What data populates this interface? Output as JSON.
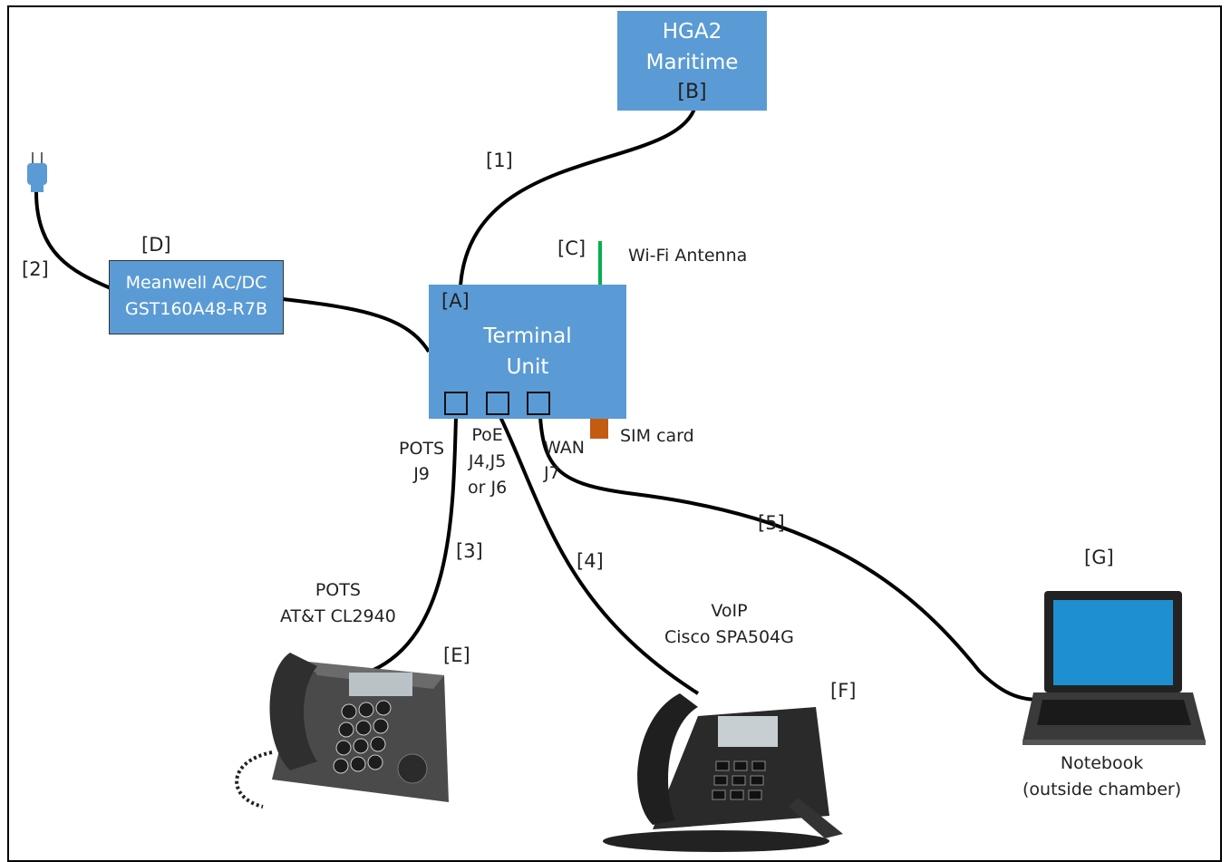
{
  "nodes": {
    "hga2": {
      "title": "HGA2\nMaritime",
      "tag": "[B]"
    },
    "terminal": {
      "title": "Terminal\nUnit",
      "tag": "[A]"
    },
    "meanwell": {
      "title": "Meanwell AC/DC\nGST160A48-R7B",
      "tag": "[D]"
    },
    "wifi": {
      "label": "Wi-Fi Antenna",
      "tag": "[C]"
    },
    "sim": {
      "label": "SIM card"
    },
    "pots_phone": {
      "title": "POTS\nAT&T CL2940",
      "tag": "[E]"
    },
    "voip_phone": {
      "title": "VoIP\nCisco SPA504G",
      "tag": "[F]"
    },
    "notebook": {
      "title": "Notebook\n(outside chamber)",
      "tag": "[G]"
    }
  },
  "ports": {
    "pots": "POTS\nJ9",
    "poe": "PoE\nJ4,J5\nor J6",
    "wan": "WAN\nJ7"
  },
  "cables": [
    "[1]",
    "[2]",
    "[3]",
    "[4]",
    "[5]"
  ],
  "colors": {
    "box": "#5b9bd5",
    "antenna": "#00b050",
    "sim": "#c55a11",
    "cable": "#000000"
  }
}
